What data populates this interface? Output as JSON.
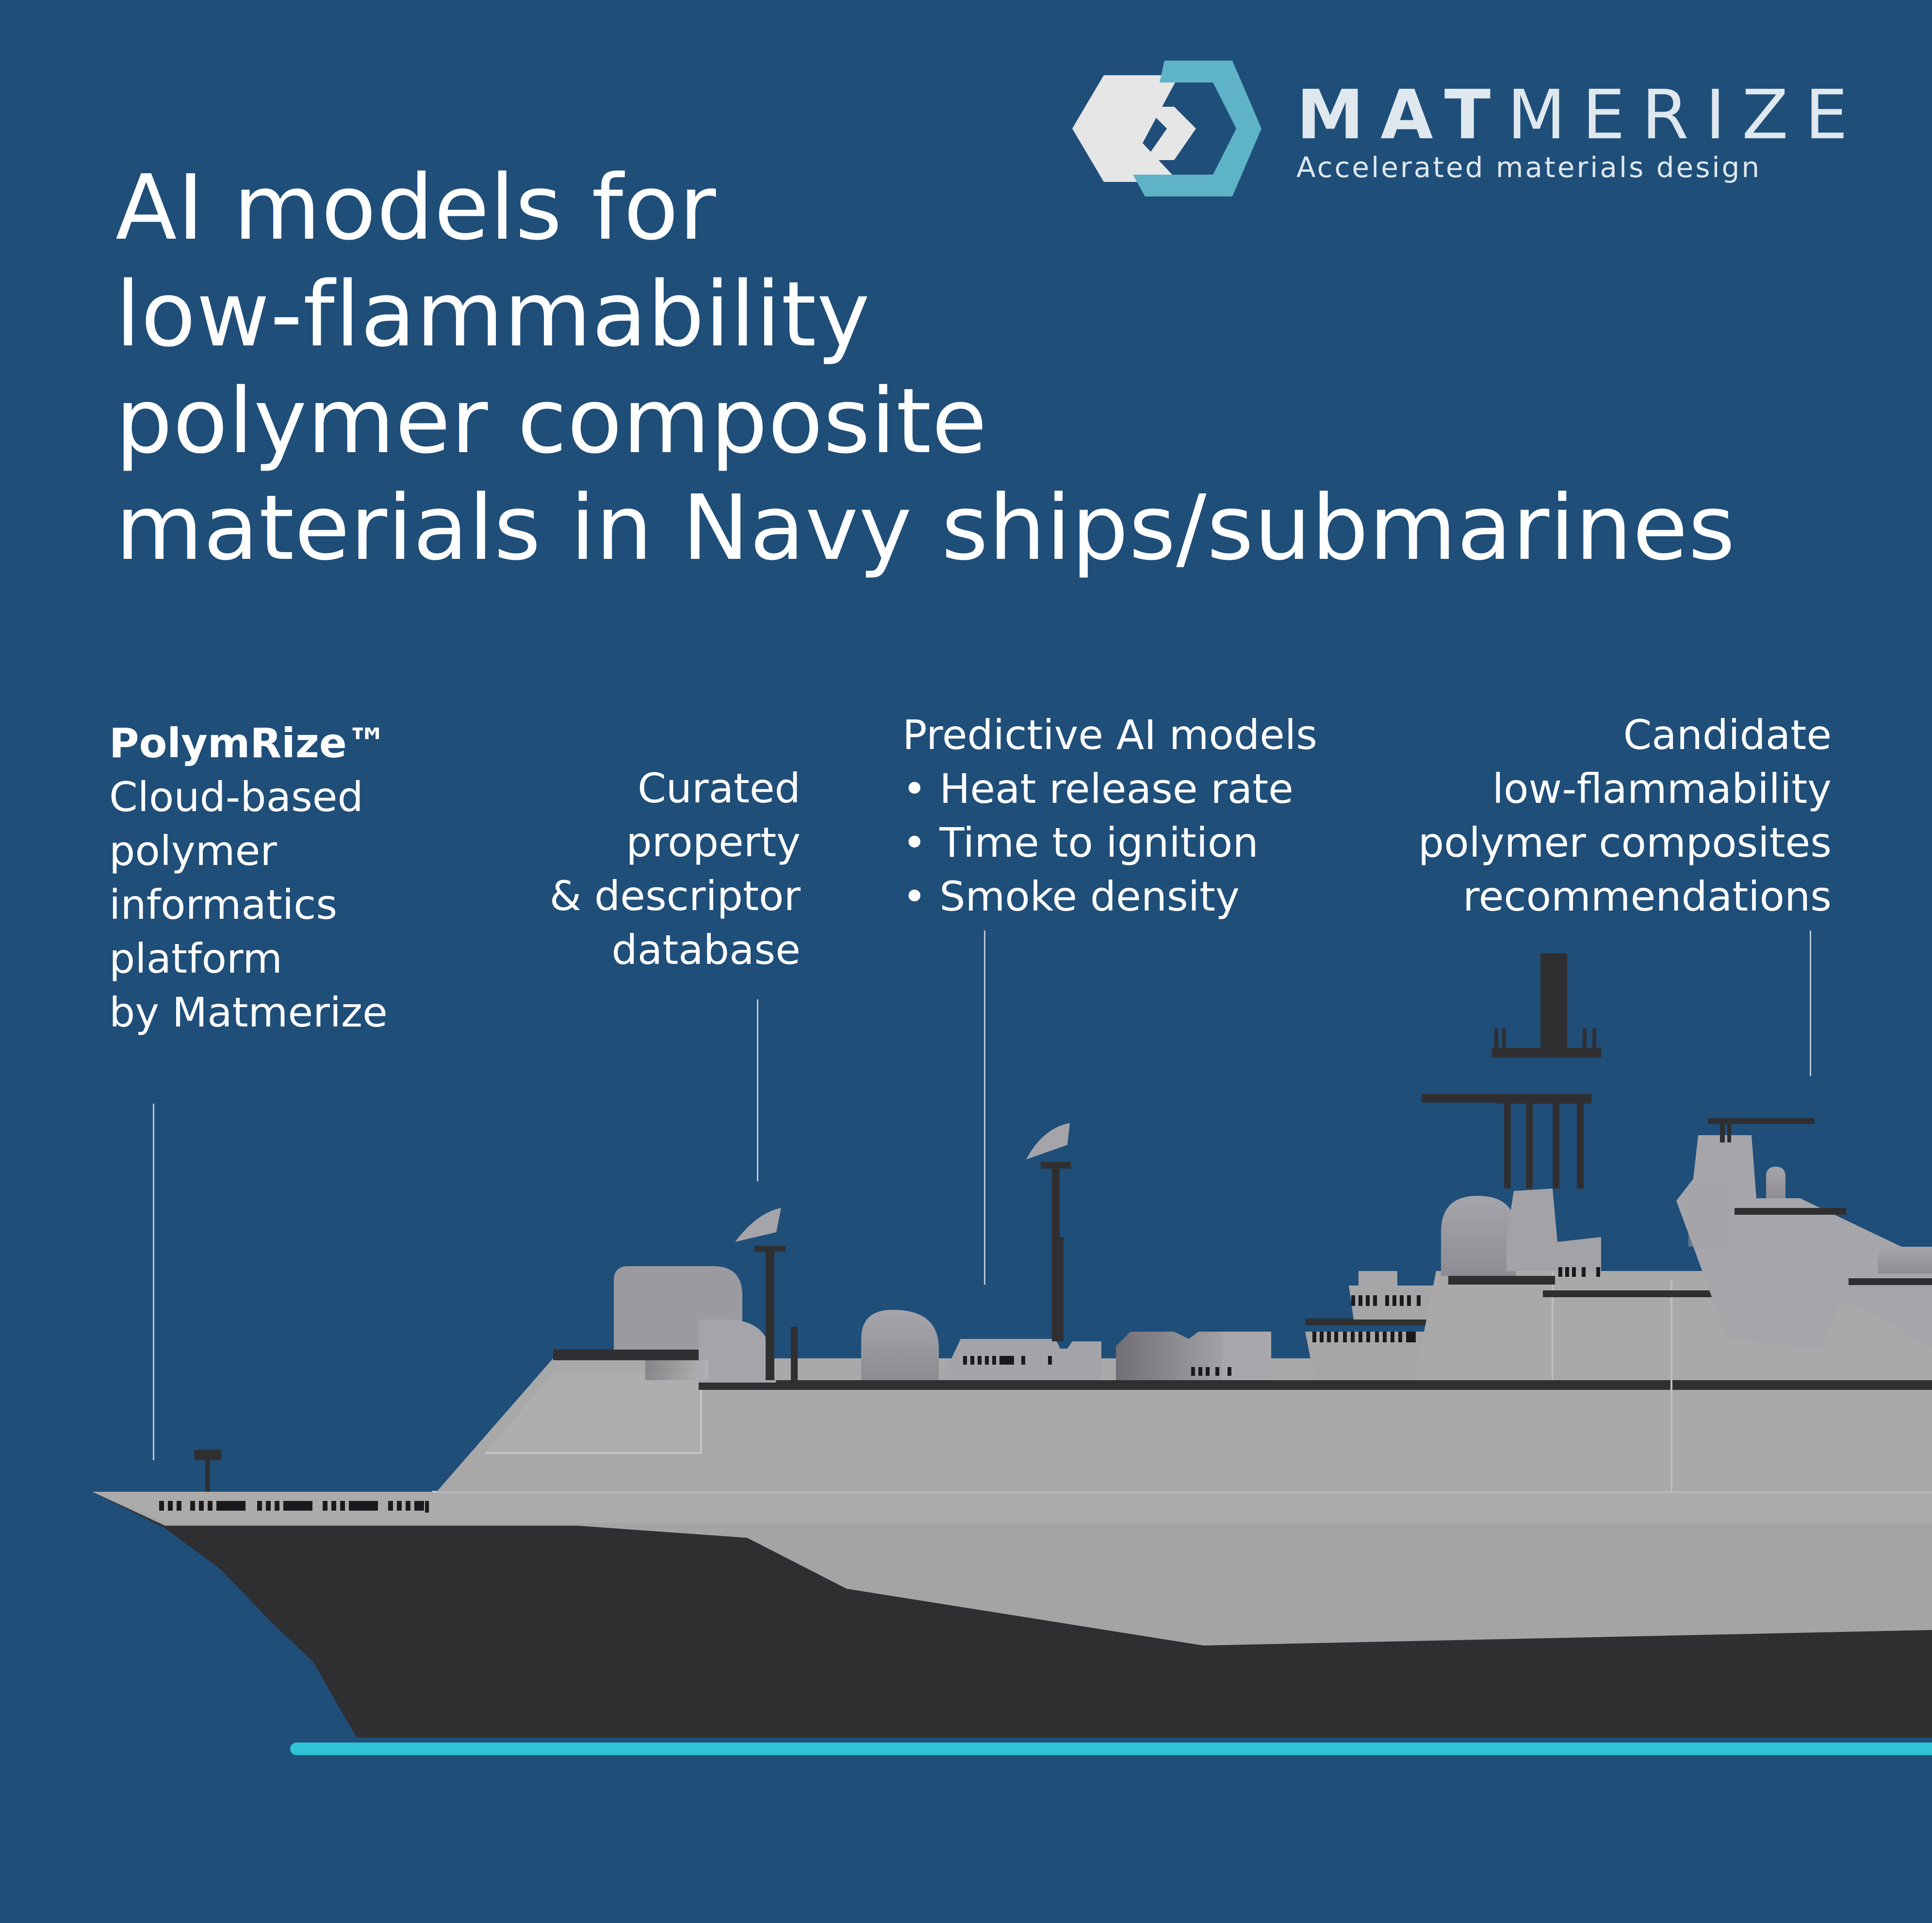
{
  "brand": {
    "name_bold": "MAT",
    "name_light": "MERIZE",
    "tagline": "Accelerated materials design",
    "logo_icon": "hexagon-chevron-logo-icon",
    "colors": {
      "logo_teal": "#5fb3c6",
      "logo_white": "#e6e6e6"
    }
  },
  "title": {
    "lines": [
      "AI models for",
      "low-flammability",
      "polymer composite",
      "materials in Navy ships/submarines"
    ]
  },
  "captions": {
    "platform": {
      "lines": [
        "PolymRize™",
        "Cloud-based",
        "polymer",
        "informatics",
        "platform",
        "by Matmerize"
      ]
    },
    "database": {
      "lines": [
        "Curated",
        "property",
        "& descriptor",
        "database"
      ]
    },
    "models": {
      "heading": "Predictive AI models",
      "bullets": [
        "• Heat release rate",
        "• Time to ignition",
        "• Smoke density"
      ]
    },
    "recommendations": {
      "lines": [
        "Candidate",
        "low-flammability",
        "polymer composites",
        "recommendations"
      ]
    }
  },
  "illustration": {
    "icon": "navy-ship-icon",
    "colors": {
      "background": "#1f4e79",
      "hull_dark": "#2f2f31",
      "hull_light": "#a4a4a4",
      "superstructure": "#9a9aa0",
      "waterline": "#2fc3d6"
    }
  }
}
